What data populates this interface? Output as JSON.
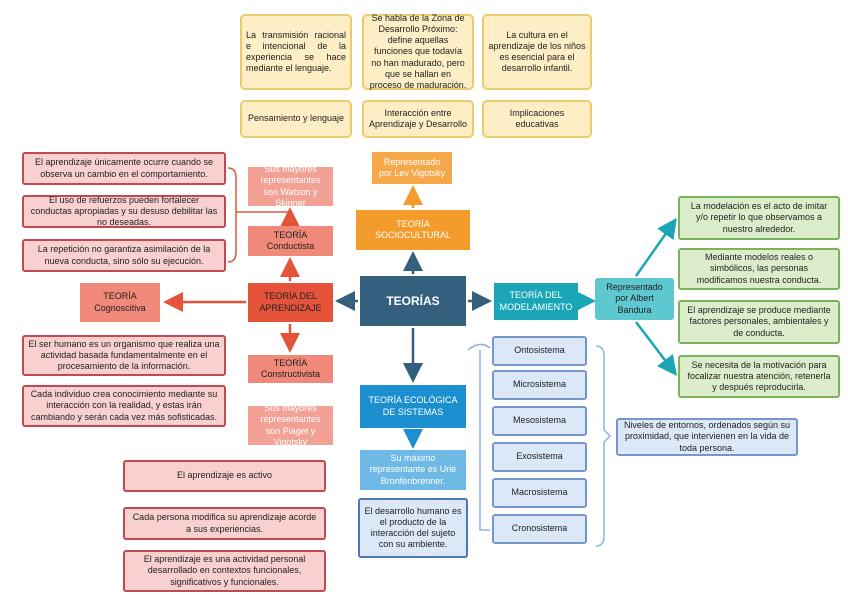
{
  "root": "TEORÍAS",
  "sociocultural": {
    "title": "TEORÍA SOCIOCULTURAL",
    "rep": "Representado por Lev Vigotsky",
    "notes": [
      "La transmisión racional e intencional de la experiencia se hace mediante el lenguaje.",
      "Se habla de la Zona de Desarrollo Próximo: define aquellas funciones que todavía no han madurado, pero que se hallan en proceso de maduración.",
      "La cultura en el aprendizaje de los niños es esencial para el desarrollo infantil."
    ],
    "topics": [
      "Pensamiento y lenguaje",
      "Interacción entre Aprendizaje y Desarrollo",
      "Implicaciones educativas"
    ]
  },
  "aprendizaje": {
    "title": "TEORÍA DEL APRENDIZAJE",
    "conductista": {
      "title": "TEORÍA Conductista",
      "rep": "Sus mayores representantes son Watson y Skinner",
      "notes": [
        "El aprendizaje únicamente ocurre cuando se observa un cambio en el comportamiento.",
        "El uso de refuerzos pueden fortalecer conductas apropiadas y su desuso debilitar las no deseadas.",
        "La repetición no garantiza asimilación de la nueva conducta, sino sólo su ejecución."
      ]
    },
    "cognoscitiva": {
      "title": "TEORÍA Cognoscitiva",
      "notes": [
        "El ser humano es un organismo que realiza una actividad basada fundamentalmente en el procesamiento de la información.",
        "Cada individuo crea conocimiento mediante su interacción con la realidad, y estas irán cambiando y serán cada vez más sofisticadas."
      ]
    },
    "constructivista": {
      "title": "TEORÍA Constructivista",
      "rep": "Sus mayores representantes son Piaget y Vigotsky",
      "notes": [
        "El aprendizaje es activo",
        "Cada persona modifica su aprendizaje acorde a sus experiencias.",
        "El aprendizaje es una actividad personal desarrollado en contextos funcionales, significativos y funcionales."
      ]
    }
  },
  "modelamiento": {
    "title": "TEORÍA DEL MODELAMIENTO",
    "rep": "Representado por Albert Bandura",
    "notes": [
      "La modelación es el acto de imitar y/o repetir lo que observamos a nuestro alrededor.",
      "Mediante modelos reales o simbólicos, las personas modificamos nuestra conducta.",
      "El aprendizaje se produce mediante factores personales, ambientales y de conducta.",
      "Se necesita de la motivación para focalizar nuestra atención, retenerla y después reproducirla."
    ]
  },
  "ecologica": {
    "title": "TEORÍA ECOLÓGICA DE SISTEMAS",
    "rep": "Su máximo representante es Urie Bronfenbrenner.",
    "desc": "El desarrollo humano es el producto de la interacción del sujeto con su ambiente.",
    "systems": [
      "Ontosistema",
      "Microsistema",
      "Mesosistema",
      "Exosistema",
      "Macrosistema",
      "Cronosistema"
    ],
    "levels": "Niveles de entornos, ordenados según su proximidad, que intervienen en la vida de toda persona."
  },
  "colors": {
    "root": "#34607e",
    "sociocultural": "#f39c2c",
    "aprendizaje": "#e5533b",
    "modelamiento": "#1aa6b7",
    "ecologica": "#1b8fd0"
  }
}
